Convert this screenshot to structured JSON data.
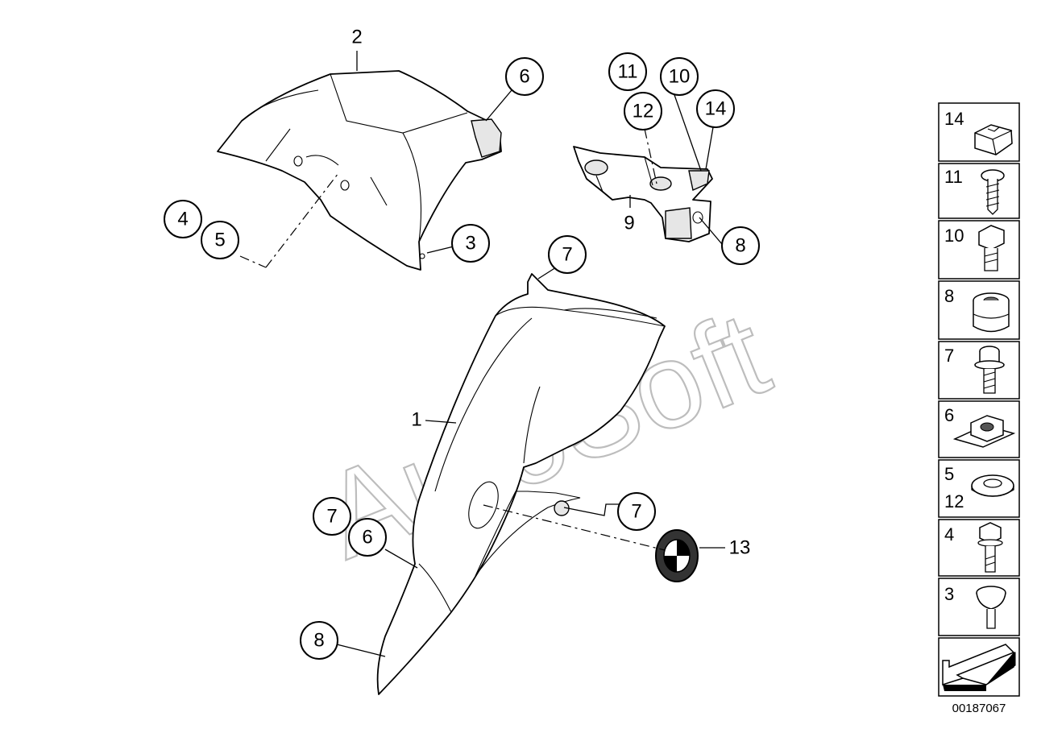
{
  "watermark": "AutoSoft",
  "diagram_code": "00187067",
  "callouts": [
    {
      "id": "c2",
      "label": "2",
      "circled": false
    },
    {
      "id": "c6a",
      "label": "6",
      "circled": true
    },
    {
      "id": "c4",
      "label": "4",
      "circled": true
    },
    {
      "id": "c5",
      "label": "5",
      "circled": true
    },
    {
      "id": "c3",
      "label": "3",
      "circled": true
    },
    {
      "id": "c11",
      "label": "11",
      "circled": true
    },
    {
      "id": "c10",
      "label": "10",
      "circled": true
    },
    {
      "id": "c12",
      "label": "12",
      "circled": true
    },
    {
      "id": "c14",
      "label": "14",
      "circled": true
    },
    {
      "id": "c9",
      "label": "9",
      "circled": false
    },
    {
      "id": "c8a",
      "label": "8",
      "circled": true
    },
    {
      "id": "c7a",
      "label": "7",
      "circled": true
    },
    {
      "id": "c1",
      "label": "1",
      "circled": false
    },
    {
      "id": "c7b",
      "label": "7",
      "circled": true
    },
    {
      "id": "c6b",
      "label": "6",
      "circled": true
    },
    {
      "id": "c7c",
      "label": "7",
      "circled": true
    },
    {
      "id": "c13",
      "label": "13",
      "circled": false
    },
    {
      "id": "c8b",
      "label": "8",
      "circled": true
    }
  ],
  "legend": [
    {
      "labels": [
        "14"
      ],
      "icon": "rubber-cap-icon"
    },
    {
      "labels": [
        "11"
      ],
      "icon": "screw-icon"
    },
    {
      "labels": [
        "10"
      ],
      "icon": "hex-bolt-icon"
    },
    {
      "labels": [
        "8"
      ],
      "icon": "grommet-icon"
    },
    {
      "labels": [
        "7"
      ],
      "icon": "collar-screw-icon"
    },
    {
      "labels": [
        "6"
      ],
      "icon": "clip-nut-icon"
    },
    {
      "labels": [
        "5",
        "12"
      ],
      "icon": "washer-icon"
    },
    {
      "labels": [
        "4"
      ],
      "icon": "long-bolt-icon"
    },
    {
      "labels": [
        "3"
      ],
      "icon": "expanding-rivet-icon"
    },
    {
      "labels": [],
      "icon": "arrow-icon"
    }
  ]
}
